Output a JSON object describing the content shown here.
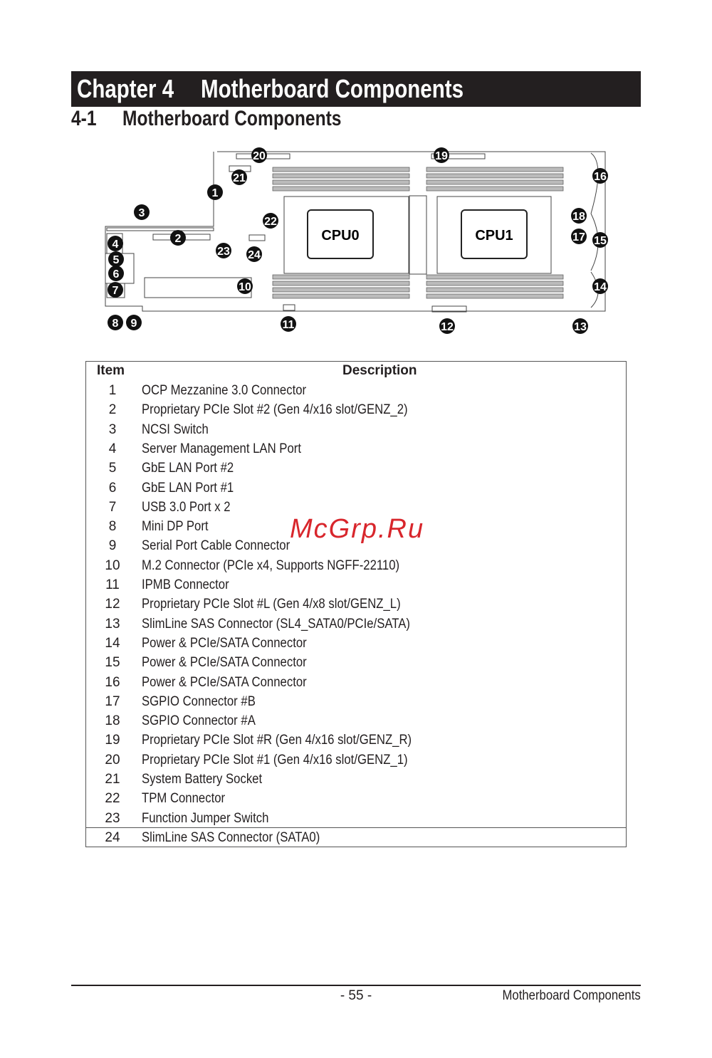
{
  "header": {
    "chapter": "Chapter 4",
    "chapter_title": "Motherboard Components",
    "section_num": "4-1",
    "section_title": "Motherboard Components"
  },
  "diagram": {
    "cpu0": "CPU0",
    "cpu1": "CPU1",
    "callouts": [
      "1",
      "2",
      "3",
      "4",
      "5",
      "6",
      "7",
      "8",
      "9",
      "10",
      "11",
      "12",
      "13",
      "14",
      "15",
      "16",
      "17",
      "18",
      "19",
      "20",
      "21",
      "22",
      "23",
      "24"
    ]
  },
  "table": {
    "col_item": "Item",
    "col_desc": "Description",
    "rows": [
      {
        "item": "1",
        "desc": "OCP Mezzanine 3.0 Connector"
      },
      {
        "item": "2",
        "desc": "Proprietary PCIe Slot #2 (Gen 4/x16 slot/GENZ_2)"
      },
      {
        "item": "3",
        "desc": "NCSI Switch"
      },
      {
        "item": "4",
        "desc": "Server Management LAN Port"
      },
      {
        "item": "5",
        "desc": "GbE LAN Port #2"
      },
      {
        "item": "6",
        "desc": "GbE LAN Port #1"
      },
      {
        "item": "7",
        "desc": "USB 3.0 Port x 2"
      },
      {
        "item": "8",
        "desc": "Mini DP Port"
      },
      {
        "item": "9",
        "desc": "Serial Port Cable Connector"
      },
      {
        "item": "10",
        "desc": "M.2 Connector (PCIe x4, Supports NGFF-22110)"
      },
      {
        "item": "11",
        "desc": "IPMB Connector"
      },
      {
        "item": "12",
        "desc": "Proprietary PCIe Slot #L (Gen 4/x8 slot/GENZ_L)"
      },
      {
        "item": "13",
        "desc": "SlimLine SAS Connector (SL4_SATA0/PCIe/SATA)"
      },
      {
        "item": "14",
        "desc": "Power & PCIe/SATA Connector"
      },
      {
        "item": "15",
        "desc": "Power & PCIe/SATA Connector"
      },
      {
        "item": "16",
        "desc": "Power & PCIe/SATA Connector"
      },
      {
        "item": "17",
        "desc": "SGPIO Connector #B"
      },
      {
        "item": "18",
        "desc": "SGPIO Connector #A"
      },
      {
        "item": "19",
        "desc": "Proprietary PCIe Slot #R (Gen 4/x16 slot/GENZ_R)"
      },
      {
        "item": "20",
        "desc": "Proprietary PCIe Slot #1 (Gen 4/x16 slot/GENZ_1)"
      },
      {
        "item": "21",
        "desc": "System Battery Socket"
      },
      {
        "item": "22",
        "desc": "TPM Connector"
      },
      {
        "item": "23",
        "desc": "Function Jumper Switch"
      },
      {
        "item": "24",
        "desc": "SlimLine SAS Connector (SATA0)"
      }
    ]
  },
  "watermark": "McGrp.Ru",
  "footer": {
    "page": "- 55 -",
    "title": "Motherboard Components"
  }
}
